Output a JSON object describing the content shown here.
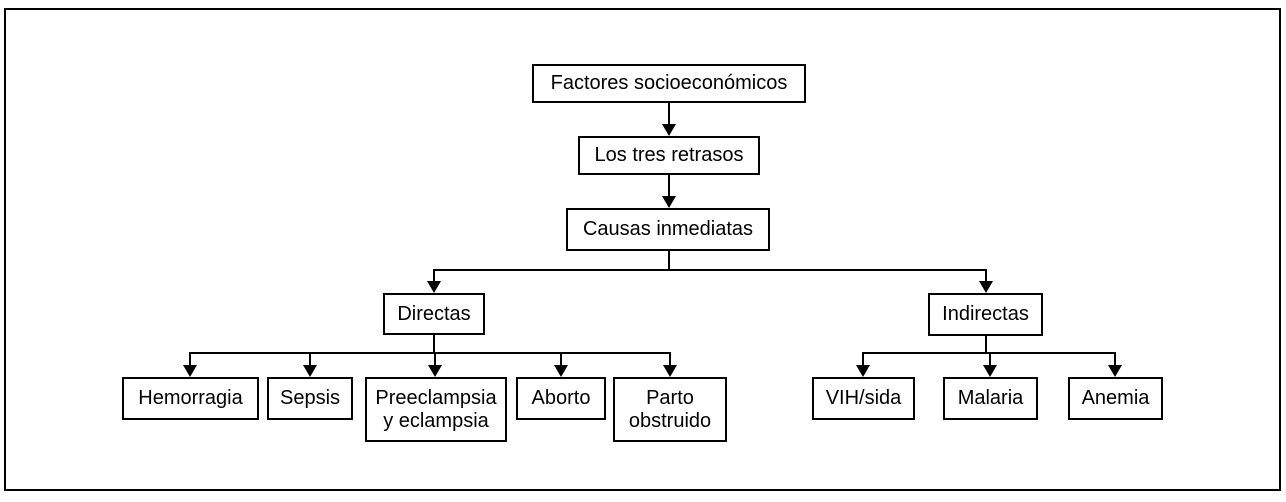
{
  "diagram": {
    "nodes": {
      "root": {
        "label": "Factores socioeconómicos"
      },
      "retrasos": {
        "label": "Los tres retrasos"
      },
      "causas": {
        "label": "Causas inmediatas"
      },
      "directas": {
        "label": "Directas"
      },
      "indirectas": {
        "label": "Indirectas"
      },
      "hemorragia": {
        "label": "Hemorragia"
      },
      "sepsis": {
        "label": "Sepsis"
      },
      "preeclampsia": {
        "label": "Preeclampsia y eclampsia"
      },
      "aborto": {
        "label": "Aborto"
      },
      "parto": {
        "label": "Parto obstruido"
      },
      "vih": {
        "label": "VIH/sida"
      },
      "malaria": {
        "label": "Malaria"
      },
      "anemia": {
        "label": "Anemia"
      }
    },
    "edges": [
      {
        "from": "root",
        "to": "retrasos"
      },
      {
        "from": "retrasos",
        "to": "causas"
      },
      {
        "from": "causas",
        "to": "directas"
      },
      {
        "from": "causas",
        "to": "indirectas"
      },
      {
        "from": "directas",
        "to": "hemorragia"
      },
      {
        "from": "directas",
        "to": "sepsis"
      },
      {
        "from": "directas",
        "to": "preeclampsia"
      },
      {
        "from": "directas",
        "to": "aborto"
      },
      {
        "from": "directas",
        "to": "parto"
      },
      {
        "from": "indirectas",
        "to": "vih"
      },
      {
        "from": "indirectas",
        "to": "malaria"
      },
      {
        "from": "indirectas",
        "to": "anemia"
      }
    ],
    "colors": {
      "line": "#000000",
      "box_border": "#000000",
      "background": "#ffffff",
      "text": "#000000"
    }
  }
}
